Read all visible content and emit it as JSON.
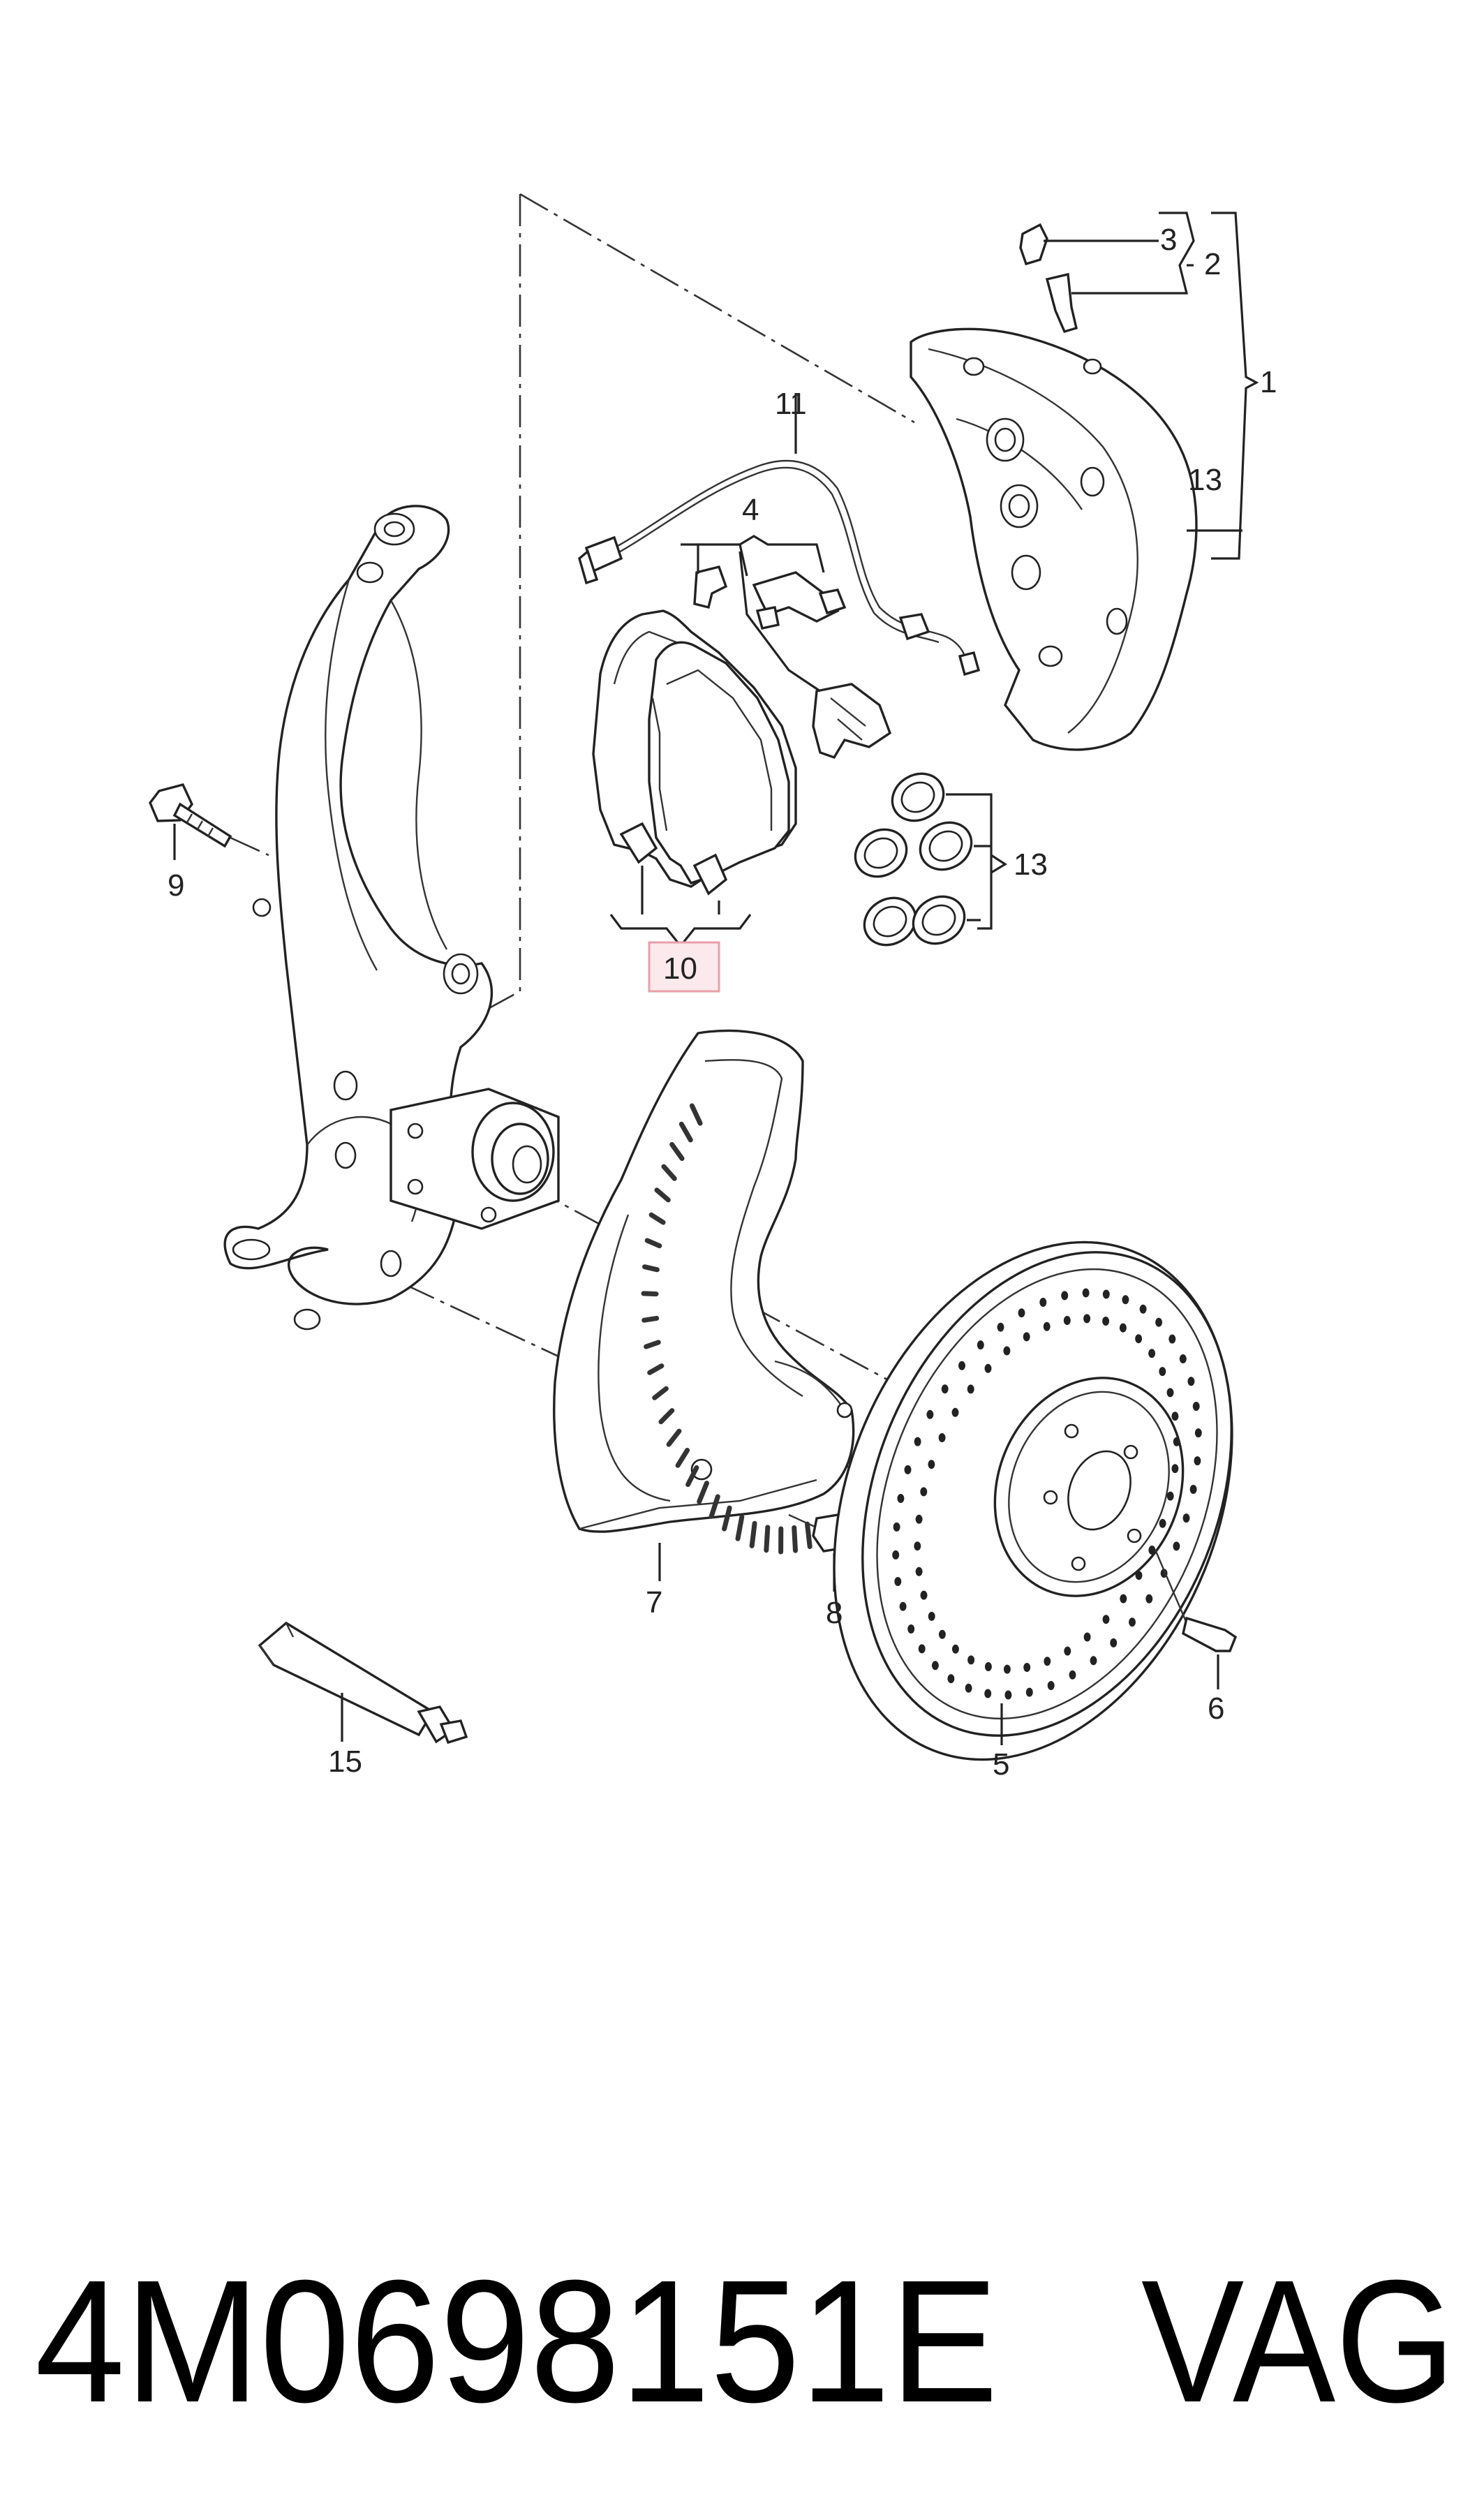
{
  "callouts": {
    "c1": "1",
    "c2": "2",
    "c3": "3",
    "c4": "4",
    "c5": "5",
    "c6": "6",
    "c7": "7",
    "c8": "8",
    "c9": "9",
    "c10": "10",
    "c11": "11",
    "c13a": "13",
    "c13b": "13",
    "c15": "15"
  },
  "caption": {
    "part_number": "4M0698151E",
    "brand": "VAG"
  },
  "highlight": {
    "callout": "10",
    "border_color": "#e8a0a8",
    "fill_color": "#fbe9ec"
  }
}
